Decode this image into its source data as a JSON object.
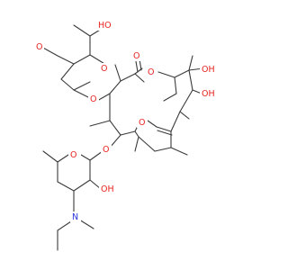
{
  "molecule": {
    "atom_labels": {
      "ho_top": "HO",
      "o_methoxy": "O",
      "o_ring_top": "O",
      "o_carbonyl": "O",
      "o_ester": "O",
      "oh_c11": "OH",
      "oh_c12": "OH",
      "o_glycoside_top": "O",
      "o_furan": "O",
      "o_glycoside_bottom": "O",
      "o_ring_bottom": "O",
      "oh_bottom": "OH",
      "n_amine": "N"
    },
    "colors": {
      "bond": "#3a3a3a",
      "oxygen": "#e8231f",
      "nitrogen": "#2a35d8",
      "background": "#ffffff"
    }
  }
}
